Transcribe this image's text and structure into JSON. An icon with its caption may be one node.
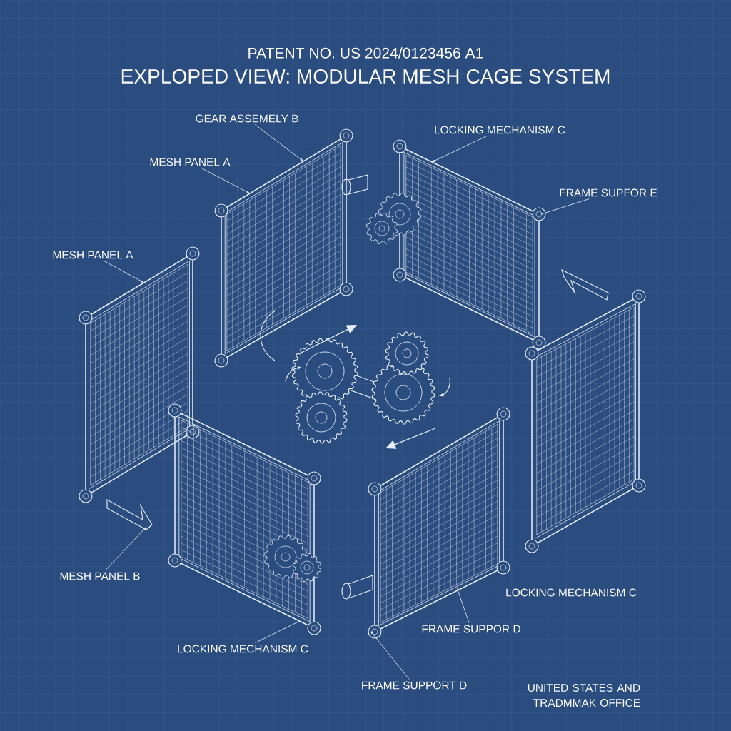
{
  "diagram": {
    "title": "EXPLOPED VIEW: MODULAR MESH CAGE SYSTEM",
    "nodes": [
      {
        "text": [],
        "shape": "picture"
      },
      {
        "text": [],
        "shape": "picture"
      },
      {
        "text": [],
        "shape": "picture"
      },
      {
        "text": [],
        "shape": "picture"
      },
      {
        "text": [],
        "shape": "picture"
      },
      {
        "text": [],
        "shape": "picture"
      },
      {
        "text": [],
        "shape": "picture"
      },
      {
        "text": [
          "GEAR ASSEMELY B"
        ]
      },
      {
        "text": [
          "MESH PANEL A"
        ]
      },
      {
        "text": [
          "MESH PANEL A"
        ]
      },
      {
        "text": [
          "LOCKING MECHANISM C"
        ]
      },
      {
        "text": [
          "FRAME SUPFOR E"
        ]
      },
      {
        "text": [
          "MESH PANEL B"
        ]
      },
      {
        "text": [
          "LOCKING MECHANISM C"
        ]
      },
      {
        "text": [
          "FRAME SUPPOR D"
        ]
      },
      {
        "text": [
          "FRAME SUPPORT D"
        ]
      },
      {
        "text": [],
        "shape": "picture"
      }
    ],
    "edges": [
      {
        "from": 7,
        "to": 0,
        "arrow": "to"
      },
      {
        "from": 8,
        "to": 0,
        "arrow": "to"
      },
      {
        "from": 9,
        "to": 2,
        "arrow": "to"
      },
      {
        "from": 10,
        "to": 1,
        "arrow": "to"
      },
      {
        "from": 11,
        "to": 1,
        "arrow": "none"
      },
      {
        "from": 12,
        "to": 16,
        "arrow": "to"
      },
      {
        "from": 13,
        "to": 4,
        "arrow": "none"
      },
      {
        "from": 14,
        "to": 5,
        "arrow": "none"
      },
      {
        "from": 15,
        "to": 5,
        "arrow": "to"
      }
    ],
    "labels": [
      "PATENT NO. US 2024/0123456 A1",
      "LOCKING MECHANISM C",
      "UNITED STATES AND TRADMMAK OFFICE"
    ]
  }
}
